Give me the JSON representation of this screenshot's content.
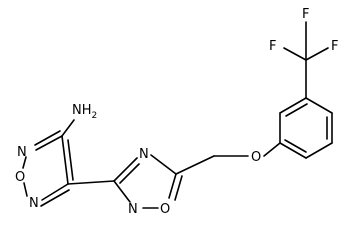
{
  "diagram": {
    "atoms": {
      "nh2": "NH",
      "nh2_sub": "2",
      "fz_n_top": "N",
      "fz_o": "O",
      "fz_n_bottom": "N",
      "ox_n_top": "N",
      "ox_n_bottom": "N",
      "ox_o": "O",
      "ether_o": "O",
      "f_top": "F",
      "f_left": "F",
      "f_right": "F"
    }
  }
}
